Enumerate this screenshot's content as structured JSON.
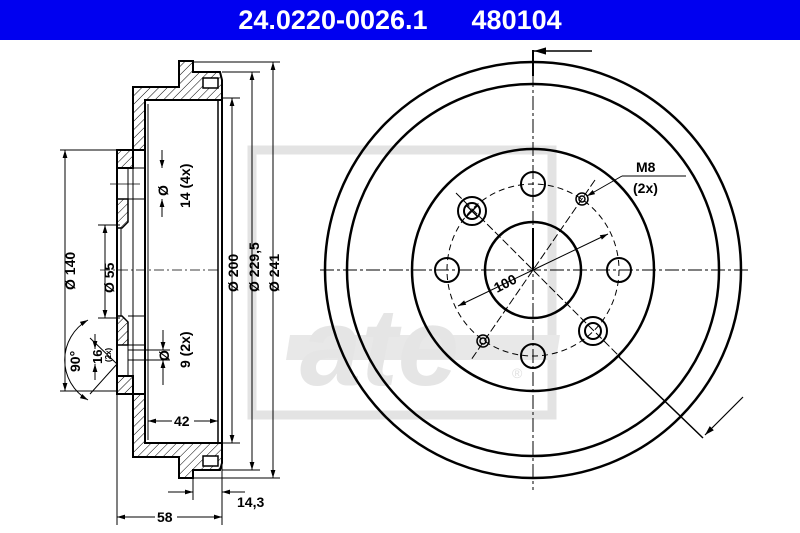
{
  "header": {
    "part_number": "24.0220-0026.1",
    "ref_number": "480104",
    "background_color": "#0000f0",
    "text_color": "#ffffff"
  },
  "watermark": {
    "text": "ate",
    "registered": "®",
    "color": "#e3e3e3"
  },
  "section_view": {
    "dimensions": {
      "bolt_hole_dia": "Ø 14 (4x)",
      "bolt_hole_dia_symbol": "Ø",
      "bolt_hole_dia_value": "14 (4x)",
      "pcd": "Ø 140",
      "center_bore": "Ø 55",
      "inner_dia": "Ø 200",
      "wear_limit_dia": "Ø 229,5",
      "outer_dia": "Ø 241",
      "small_hole_symbol": "Ø",
      "small_hole_value": "9 (2x)",
      "countersink_angle": "90°",
      "countersink_dia": "16",
      "countersink_count": "(2x)",
      "drum_depth": "42",
      "flange_offset": "14,3",
      "overall_height": "58"
    }
  },
  "front_view": {
    "bolt_circle": "100",
    "thread_label": "M8",
    "thread_count": "(2x)"
  }
}
